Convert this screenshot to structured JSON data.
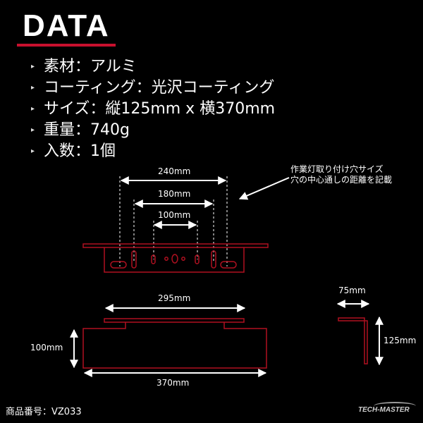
{
  "title": "DATA",
  "specs": [
    {
      "label": "素材",
      "value": "アルミ"
    },
    {
      "label": "コーティング",
      "value": "光沢コーティング"
    },
    {
      "label": "サイズ",
      "value": "縦125mm x 横370mm"
    },
    {
      "label": "重量",
      "value": "740g"
    },
    {
      "label": "入数",
      "value": "1個"
    }
  ],
  "spec_texts": [
    "素材：アルミ",
    "コーティング：光沢コーティング",
    "サイズ：縦125mm x 横370mm",
    "重量：740g",
    "入数：1個"
  ],
  "note": {
    "line1": "作業灯取り付け穴サイズ",
    "line2": "穴の中心通しの距離を記載"
  },
  "dimensions": {
    "hole_outer": "240mm",
    "hole_middle": "180mm",
    "hole_inner": "100mm",
    "top_width": "295mm",
    "height_front": "100mm",
    "bottom_width": "370mm",
    "side_depth": "75mm",
    "side_height": "125mm"
  },
  "product": "商品番号：VZ033",
  "logo": "TECH-MASTER",
  "colors": {
    "background": "#000000",
    "accent": "#c8102e",
    "drawing_line": "#b01020",
    "text": "#ffffff"
  }
}
